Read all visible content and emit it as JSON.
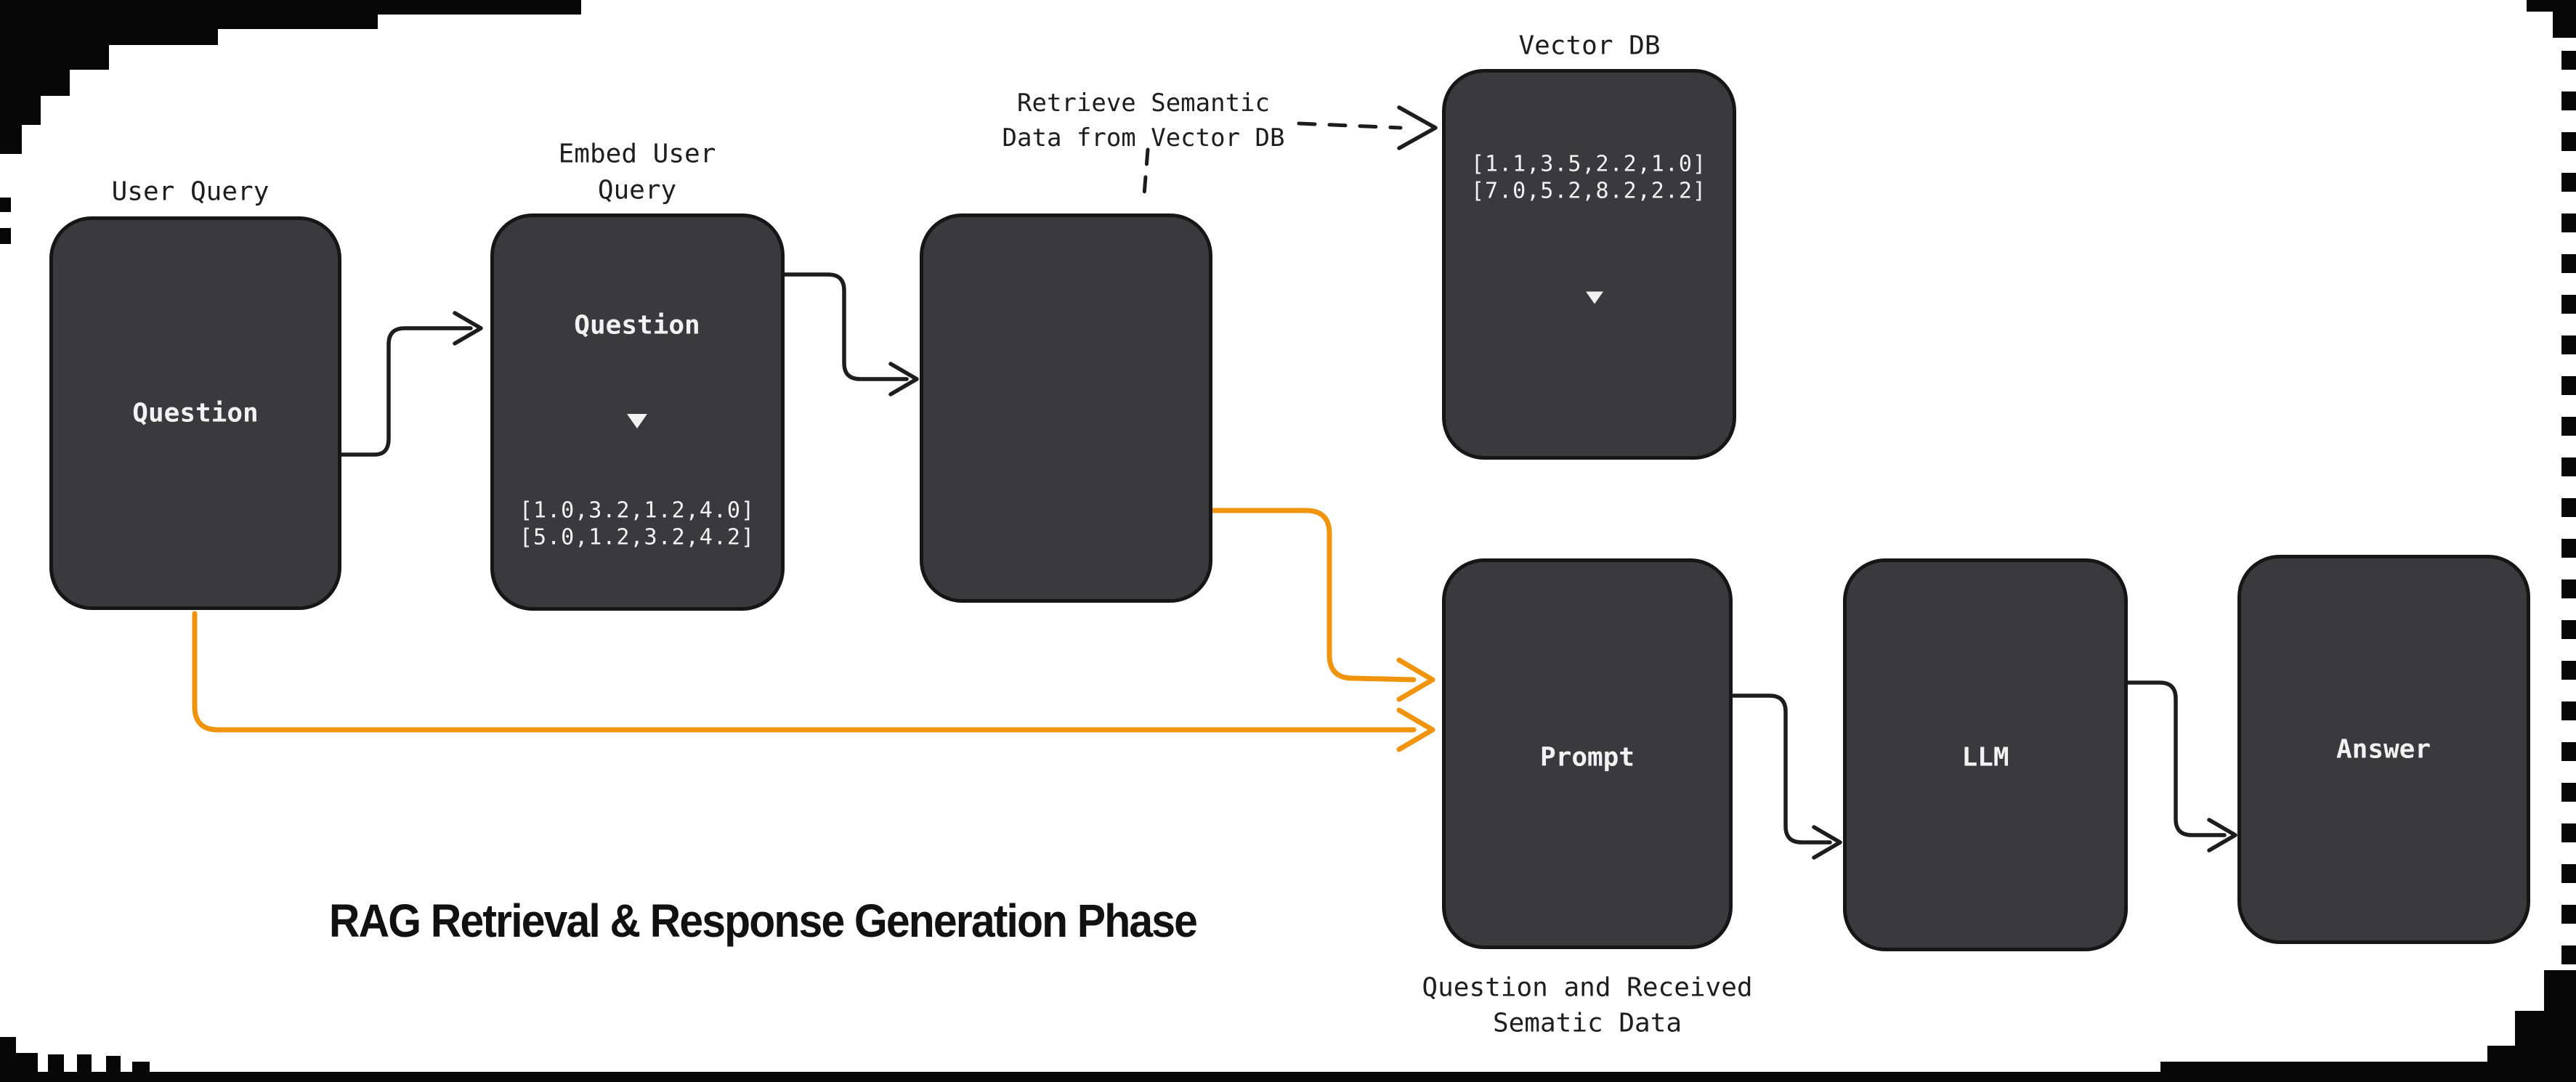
{
  "palette": {
    "box_fill": "#3a3a3c",
    "box_stroke": "#161616",
    "panel_fill": "#434346",
    "text_light": "#f2f2f2",
    "text_dark": "#1e1e1e",
    "orange": "#f0940e",
    "blue": "#2e6ce2",
    "cell_white": "#f5f5f5",
    "magnifier_gray": "#c9c9c9",
    "frame_black": "#070707",
    "circle_bg": "#f7f8fa",
    "dot_gray": "#97a0ab"
  },
  "title": {
    "text": "RAG Retrieval & Response Generation Phase"
  },
  "nodes": {
    "user_query": {
      "caption": "User Query",
      "label": "Question"
    },
    "embed": {
      "caption_line1": "Embed User",
      "caption_line2": "Query",
      "label": "Question",
      "vector1": "[1.0,3.2,1.2,4.0]",
      "vector2": "[5.0,1.2,3.2,4.2]"
    },
    "search": {
      "annotation_line1": "Retrieve Semantic",
      "annotation_line2": "Data from Vector DB"
    },
    "vector_db": {
      "caption": "Vector DB",
      "vector1": "[1.1,3.5,2.2,1.0]",
      "vector2": "[7.0,5.2,8.2,2.2]"
    },
    "prompt": {
      "label": "Prompt",
      "caption_line1": "Question and Received",
      "caption_line2": "Sematic Data"
    },
    "llm": {
      "label": "LLM"
    },
    "answer": {
      "label": "Answer"
    }
  },
  "doc_icons": [
    [
      "BBF",
      "WWB",
      "WWW"
    ],
    [
      "WWF",
      "WBW",
      "WBW"
    ],
    [
      "BBF",
      "WWB",
      "WWB"
    ],
    [
      "WWF",
      "BWW",
      "BBW"
    ],
    null,
    [
      "WBF",
      "BWW",
      "BWW"
    ],
    [
      "BBF",
      "WWB",
      "WWW"
    ],
    [
      "WWF",
      "WBW",
      "WBW"
    ],
    [
      "BWF",
      "WWB",
      "WWB"
    ]
  ]
}
